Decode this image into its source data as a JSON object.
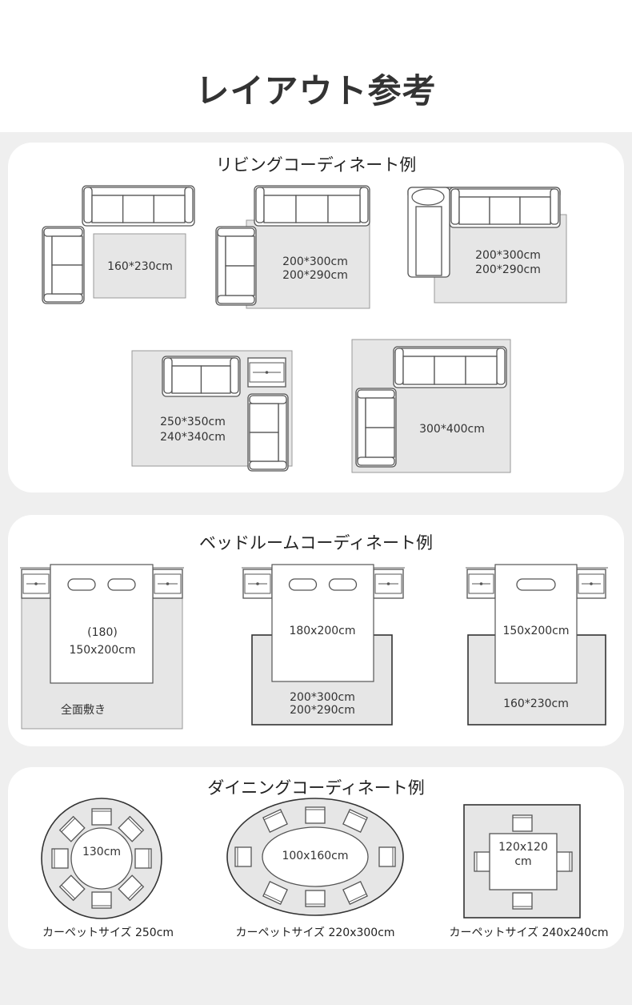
{
  "title": "レイアウト参考",
  "living": {
    "heading": "リビングコーディネート例",
    "layouts": [
      {
        "lines": [
          "160*230cm"
        ]
      },
      {
        "lines": [
          "200*300cm",
          "200*290cm"
        ]
      },
      {
        "lines": [
          "200*300cm",
          "200*290cm"
        ]
      },
      {
        "lines": [
          "250*350cm",
          "240*340cm"
        ]
      },
      {
        "lines": [
          "300*400cm"
        ]
      }
    ]
  },
  "bedroom": {
    "heading": "ベッドルームコーディネート例",
    "layouts": [
      {
        "bed": [
          "(180)",
          "150x200cm"
        ],
        "rug": [
          "全面敷き"
        ]
      },
      {
        "bed": [
          "180x200cm"
        ],
        "rug": [
          "200*300cm",
          "200*290cm"
        ]
      },
      {
        "bed": [
          "150x200cm"
        ],
        "rug": [
          "160*230cm"
        ]
      }
    ]
  },
  "dining": {
    "heading": "ダイニングコーディネート例",
    "layouts": [
      {
        "table": [
          "130cm"
        ],
        "caption": "カーペットサイズ 250cm"
      },
      {
        "table": [
          "100x160cm"
        ],
        "caption": "カーペットサイズ 220x300cm"
      },
      {
        "table": [
          "120x120",
          "cm"
        ],
        "caption": "カーペットサイズ 240x240cm"
      }
    ]
  },
  "colors": {
    "rug": "#e6e6e6",
    "line": "#555555",
    "band": "#efefef"
  }
}
